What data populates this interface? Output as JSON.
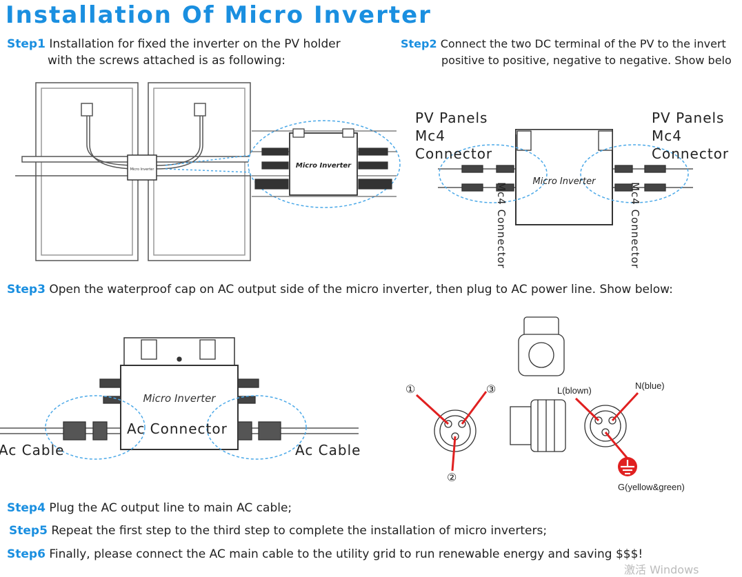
{
  "title": "Installation Of Micro Inverter",
  "step1": {
    "tag": "Step1",
    "line1": "Installation for fixed the inverter on the PV holder",
    "line2": "with the screws attached is as following:"
  },
  "step2": {
    "tag": "Step2",
    "line1": "Connect the two DC terminal of the PV to the invert",
    "line2": "positive to positive, negative to negative. Show belo"
  },
  "step3": {
    "tag": "Step3",
    "text": "Open the waterproof cap on AC output side of the micro inverter, then plug to AC power line. Show below:"
  },
  "step4": {
    "tag": "Step4",
    "text": "Plug the AC output line to main AC cable;"
  },
  "step5": {
    "tag": "Step5",
    "text": "Repeat the first step to the third step to complete the installation of micro inverters;"
  },
  "step6": {
    "tag": "Step6",
    "text": "Finally, please connect the AC main cable to the utility grid  to run renewable energy and saving $$$!"
  },
  "diagram2": {
    "pv_left": [
      "PV Panels",
      "Mc4",
      "Connector"
    ],
    "pv_right": [
      "PV Panels",
      "Mc4",
      "Connector"
    ],
    "vertical_left": "Mc4 Connector",
    "vertical_right": "Mc4 Connector",
    "inverter_label": "Micro Inverter"
  },
  "diagram1": {
    "inverter_label": "Micro Inverter"
  },
  "diagram3": {
    "inverter_label": "Micro Inverter",
    "ac_connector": "Ac Connector",
    "ac_cable_left": "Ac Cable",
    "ac_cable_right": "Ac Cable"
  },
  "pins": {
    "one": "①",
    "two": "②",
    "three": "③",
    "l_label": "L(blown)",
    "n_label": "N(blue)",
    "g_label": "G(yellow&green)"
  },
  "watermark": "激活 Windows",
  "colors": {
    "accent": "#1a8fe0",
    "pin_line": "#e02020",
    "dashed": "#4aa8e8"
  }
}
